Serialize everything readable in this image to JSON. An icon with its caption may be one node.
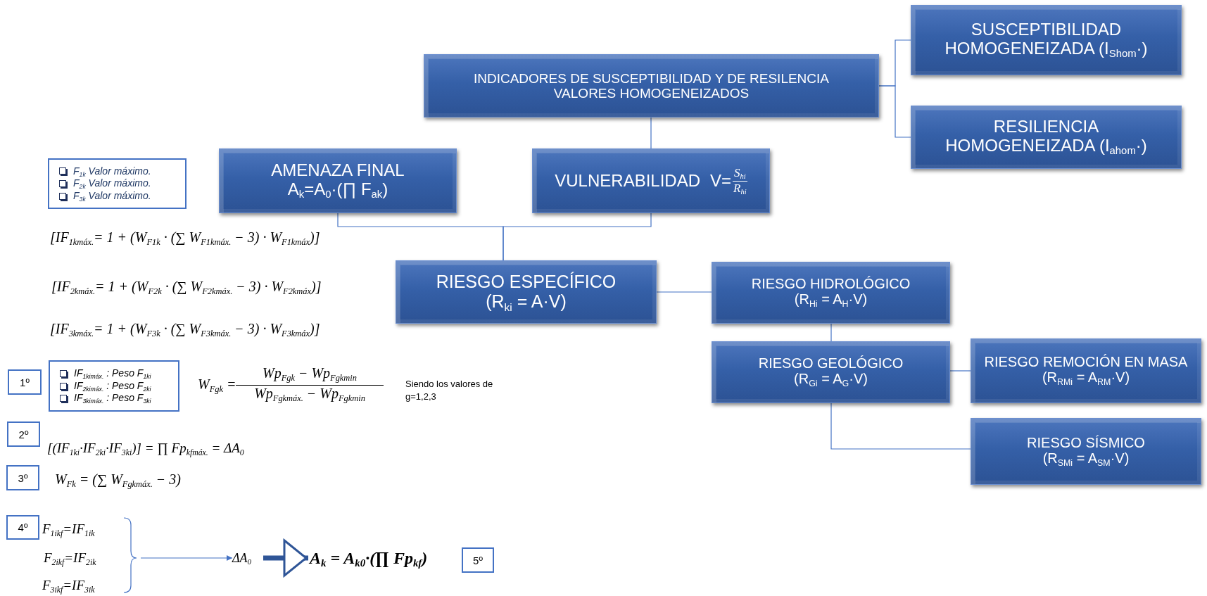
{
  "diagram": {
    "nodes": [
      {
        "text": [
          "INDICADORES DE SUSCEPTIBILIDAD Y DE RESILENCIA",
          "VALORES HOMOGENEIZADOS"
        ]
      },
      {
        "text": [
          "SUSCEPTIBILIDAD HOMOGENEIZADA (I$_{Shom}$·)"
        ]
      },
      {
        "text": [
          "RESILIENCIA HOMOGENEIZADA (I$_{ahom}$·)"
        ]
      },
      {
        "text": [
          "AMENAZA FINAL",
          "A$_{k}$=A$_{0}$·(∏ F$_{ak}$)"
        ]
      },
      {
        "text": [
          "VULNERABILIDAD",
          "V=",
          "S$_{hi}$",
          "R$_{hi}$"
        ]
      },
      {
        "text": [
          "RIESGO ESPECÍFICO",
          "(R$_{ki}$ = A·V)"
        ]
      },
      {
        "text": [
          "RIESGO HIDROLÓGICO",
          "(R$_{Hi}$ = A$_{H}$·V)"
        ]
      },
      {
        "text": [
          "RIESGO GEOLÓGICO",
          "(R$_{Gi}$ = A$_{G}$·V)"
        ]
      },
      {
        "text": [
          "RIESGO REMOCIÓN EN MASA",
          "(R$_{RMi}$ = A$_{RM}$·V)"
        ]
      },
      {
        "text": [
          "RIESGO SÍSMICO",
          "(R$_{SMi}$ = A$_{SM}$·V)"
        ]
      },
      {
        "text": [
          "F$_{1k}$ Valor máximo.",
          "F$_{2k}$ Valor máximo.",
          "F$_{3k}$ Valor máximo."
        ]
      },
      {
        "text": [
          "1º"
        ]
      },
      {
        "text": [
          "IF$_{1kimáx.}$ : Peso F$_{1ki}$",
          "IF$_{2kimáx.}$ : Peso F$_{2ki}$",
          "IF$_{3kimáx.}$ : Peso F$_{3ki}$"
        ]
      },
      {
        "text": [
          "2º"
        ]
      },
      {
        "text": [
          "3º"
        ]
      },
      {
        "text": [
          "4º"
        ]
      },
      {
        "text": [
          "5º"
        ]
      },
      {
        "text": [
          "ΔA$_{0}$"
        ]
      },
      {
        "text": [
          "A$_{k}$ = A$_{k0}$·(∏ Fp$_{kf}$)"
        ]
      }
    ],
    "edges": [
      {
        "from": 0,
        "to": 1,
        "arrow": "none"
      },
      {
        "from": 0,
        "to": 2,
        "arrow": "none"
      },
      {
        "from": 0,
        "to": 4,
        "arrow": "none"
      },
      {
        "from": 3,
        "to": 5,
        "arrow": "none"
      },
      {
        "from": 4,
        "to": 5,
        "arrow": "none"
      },
      {
        "from": 5,
        "to": 6,
        "arrow": "none"
      },
      {
        "from": 6,
        "to": 7,
        "arrow": "none"
      },
      {
        "from": 7,
        "to": 8,
        "arrow": "none"
      },
      {
        "from": 7,
        "to": 9,
        "arrow": "none"
      },
      {
        "from": null,
        "to": 17,
        "arrow": "to"
      },
      {
        "from": 17,
        "to": 18,
        "arrow": "to",
        "style": "thick"
      }
    ],
    "labels": [
      "[IF$_{1kmáx.}$= 1 + (W$_{F1k}$ · (∑ W$_{F1kmáx.}$ − 3) · W$_{F1kmáx}$)]",
      "[IF$_{2kmáx.}$= 1 + (W$_{F2k}$ · (∑ W$_{F2kmáx.}$ − 3) · W$_{F2kmáx}$)]",
      "[IF$_{3kmáx.}$= 1 + (W$_{F3k}$ · (∑ W$_{F3kmáx.}$ − 3) · W$_{F3kmáx}$)]",
      "W$_{Fgk}$ =",
      "Wp$_{Fgk}$ − Wp$_{Fgkmin}$",
      "Wp$_{Fgkmáx.}$ − Wp$_{Fgkmin}$",
      "Siendo los valores de g=1,2,3",
      "[(IF$_{1ki}$·IF$_{2ki}$·IF$_{3ki}$)] = ∏ Fp$_{kfmáx.}$ = ΔA$_{0}$",
      "W$_{Fk}$ = (∑ W$_{Fgkmáx.}$ − 3)",
      "F$_{1ikf}$=IF$_{1ik}$",
      "F$_{2ikf}$=IF$_{2ik}$",
      "F$_{3ikf}$=IF$_{3ik}$"
    ]
  }
}
